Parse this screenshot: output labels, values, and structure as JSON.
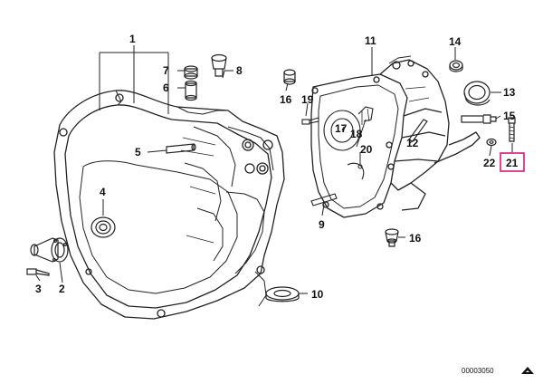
{
  "diagram": {
    "part_labels": {
      "p1": "1",
      "p2": "2",
      "p3": "3",
      "p4": "4",
      "p5": "5",
      "p6": "6",
      "p7": "7",
      "p8": "8",
      "p9": "9",
      "p10": "10",
      "p11": "11",
      "p12": "12",
      "p13": "13",
      "p14": "14",
      "p15": "15",
      "p16a": "16",
      "p16b": "16",
      "p17": "17",
      "p18": "18",
      "p19": "19",
      "p20": "20",
      "p21": "21",
      "p22": "22"
    },
    "highlighted_part": "21",
    "drawing_number": "00003050",
    "colors": {
      "line": "#222222",
      "highlight": "#d6187a"
    }
  }
}
